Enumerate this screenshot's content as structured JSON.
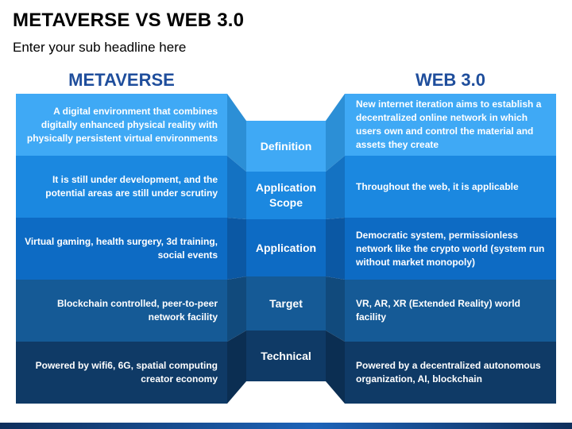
{
  "header": {
    "title": "METAVERSE VS WEB 3.0",
    "subtitle": "Enter your sub headline here"
  },
  "columns": {
    "left_title": "METAVERSE",
    "right_title": "WEB 3.0",
    "left_title_color": "#1f4e9c",
    "right_title_color": "#1f4e9c"
  },
  "rows": [
    {
      "label": "Definition",
      "left": "A digital environment that combines digitally enhanced physical reality with physically persistent virtual environments",
      "right": "New internet iteration aims to establish a decentralized online network in which users own and control the material and assets they create",
      "color": "#3fa9f5",
      "fold_color": "#2c8fd6"
    },
    {
      "label": "Application Scope",
      "left": "It is still under development, and the potential areas are still under scrutiny",
      "right": "Throughout the web, it is applicable",
      "color": "#1b88e0",
      "fold_color": "#1472c2"
    },
    {
      "label": "Application",
      "left": "Virtual gaming, health surgery, 3d training, social events",
      "right": "Democratic system, permissionless network like the crypto world (system run without market monopoly)",
      "color": "#0d6bc4",
      "fold_color": "#0b58a4"
    },
    {
      "label": "Target",
      "left": "Blockchain controlled, peer-to-peer network facility",
      "right": "VR, AR, XR (Extended Reality) world facility",
      "color": "#155a96",
      "fold_color": "#114a7c"
    },
    {
      "label": "Technical",
      "left": "Powered by wifi6, 6G, spatial computing creator economy",
      "right": "Powered by a decentralized autonomous organization, AI, blockchain",
      "color": "#0f3a66",
      "fold_color": "#0b2e52"
    }
  ]
}
